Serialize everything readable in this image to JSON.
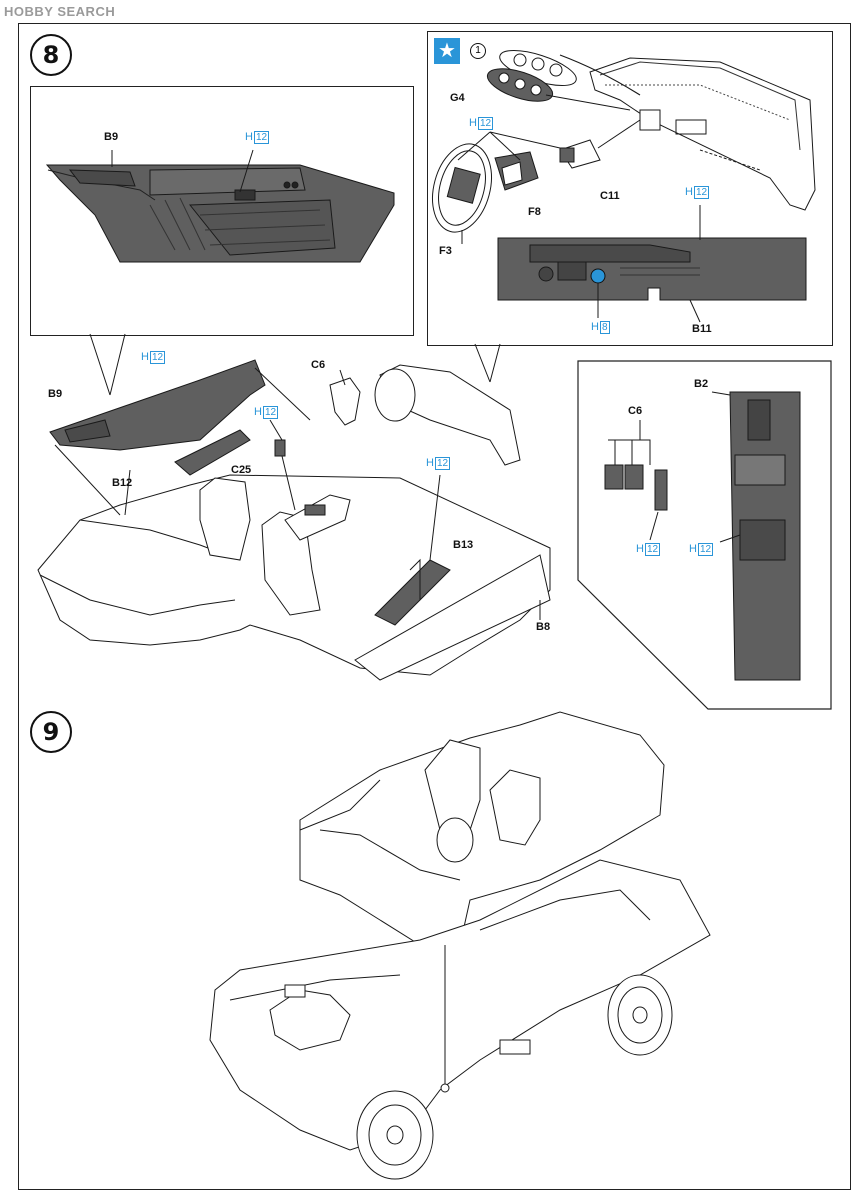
{
  "watermark": "HOBBY SEARCH",
  "steps": {
    "step8": "8",
    "step9": "9"
  },
  "star_symbol": "★",
  "callout_number": "1",
  "paint_prefix": "H",
  "parts": {
    "b9_top": "B9",
    "b9_main": "B9",
    "g4": "G4",
    "c11": "C11",
    "f8": "F8",
    "f3": "F3",
    "b11": "B11",
    "c6_main": "C6",
    "c25": "C25",
    "b12": "B12",
    "b13": "B13",
    "b8": "B8",
    "b2": "B2",
    "c6_box": "C6"
  },
  "paints": {
    "door_top": "12",
    "dash_wheel": "12",
    "dash_panel": "12",
    "dash_button": "8",
    "door_main": "12",
    "c25_area": "12",
    "sill": "12",
    "pedal": "12",
    "console": "12"
  },
  "colors": {
    "accent": "#2a95d8",
    "part_fill": "#5f5f5f",
    "line": "#1a1a1a"
  }
}
